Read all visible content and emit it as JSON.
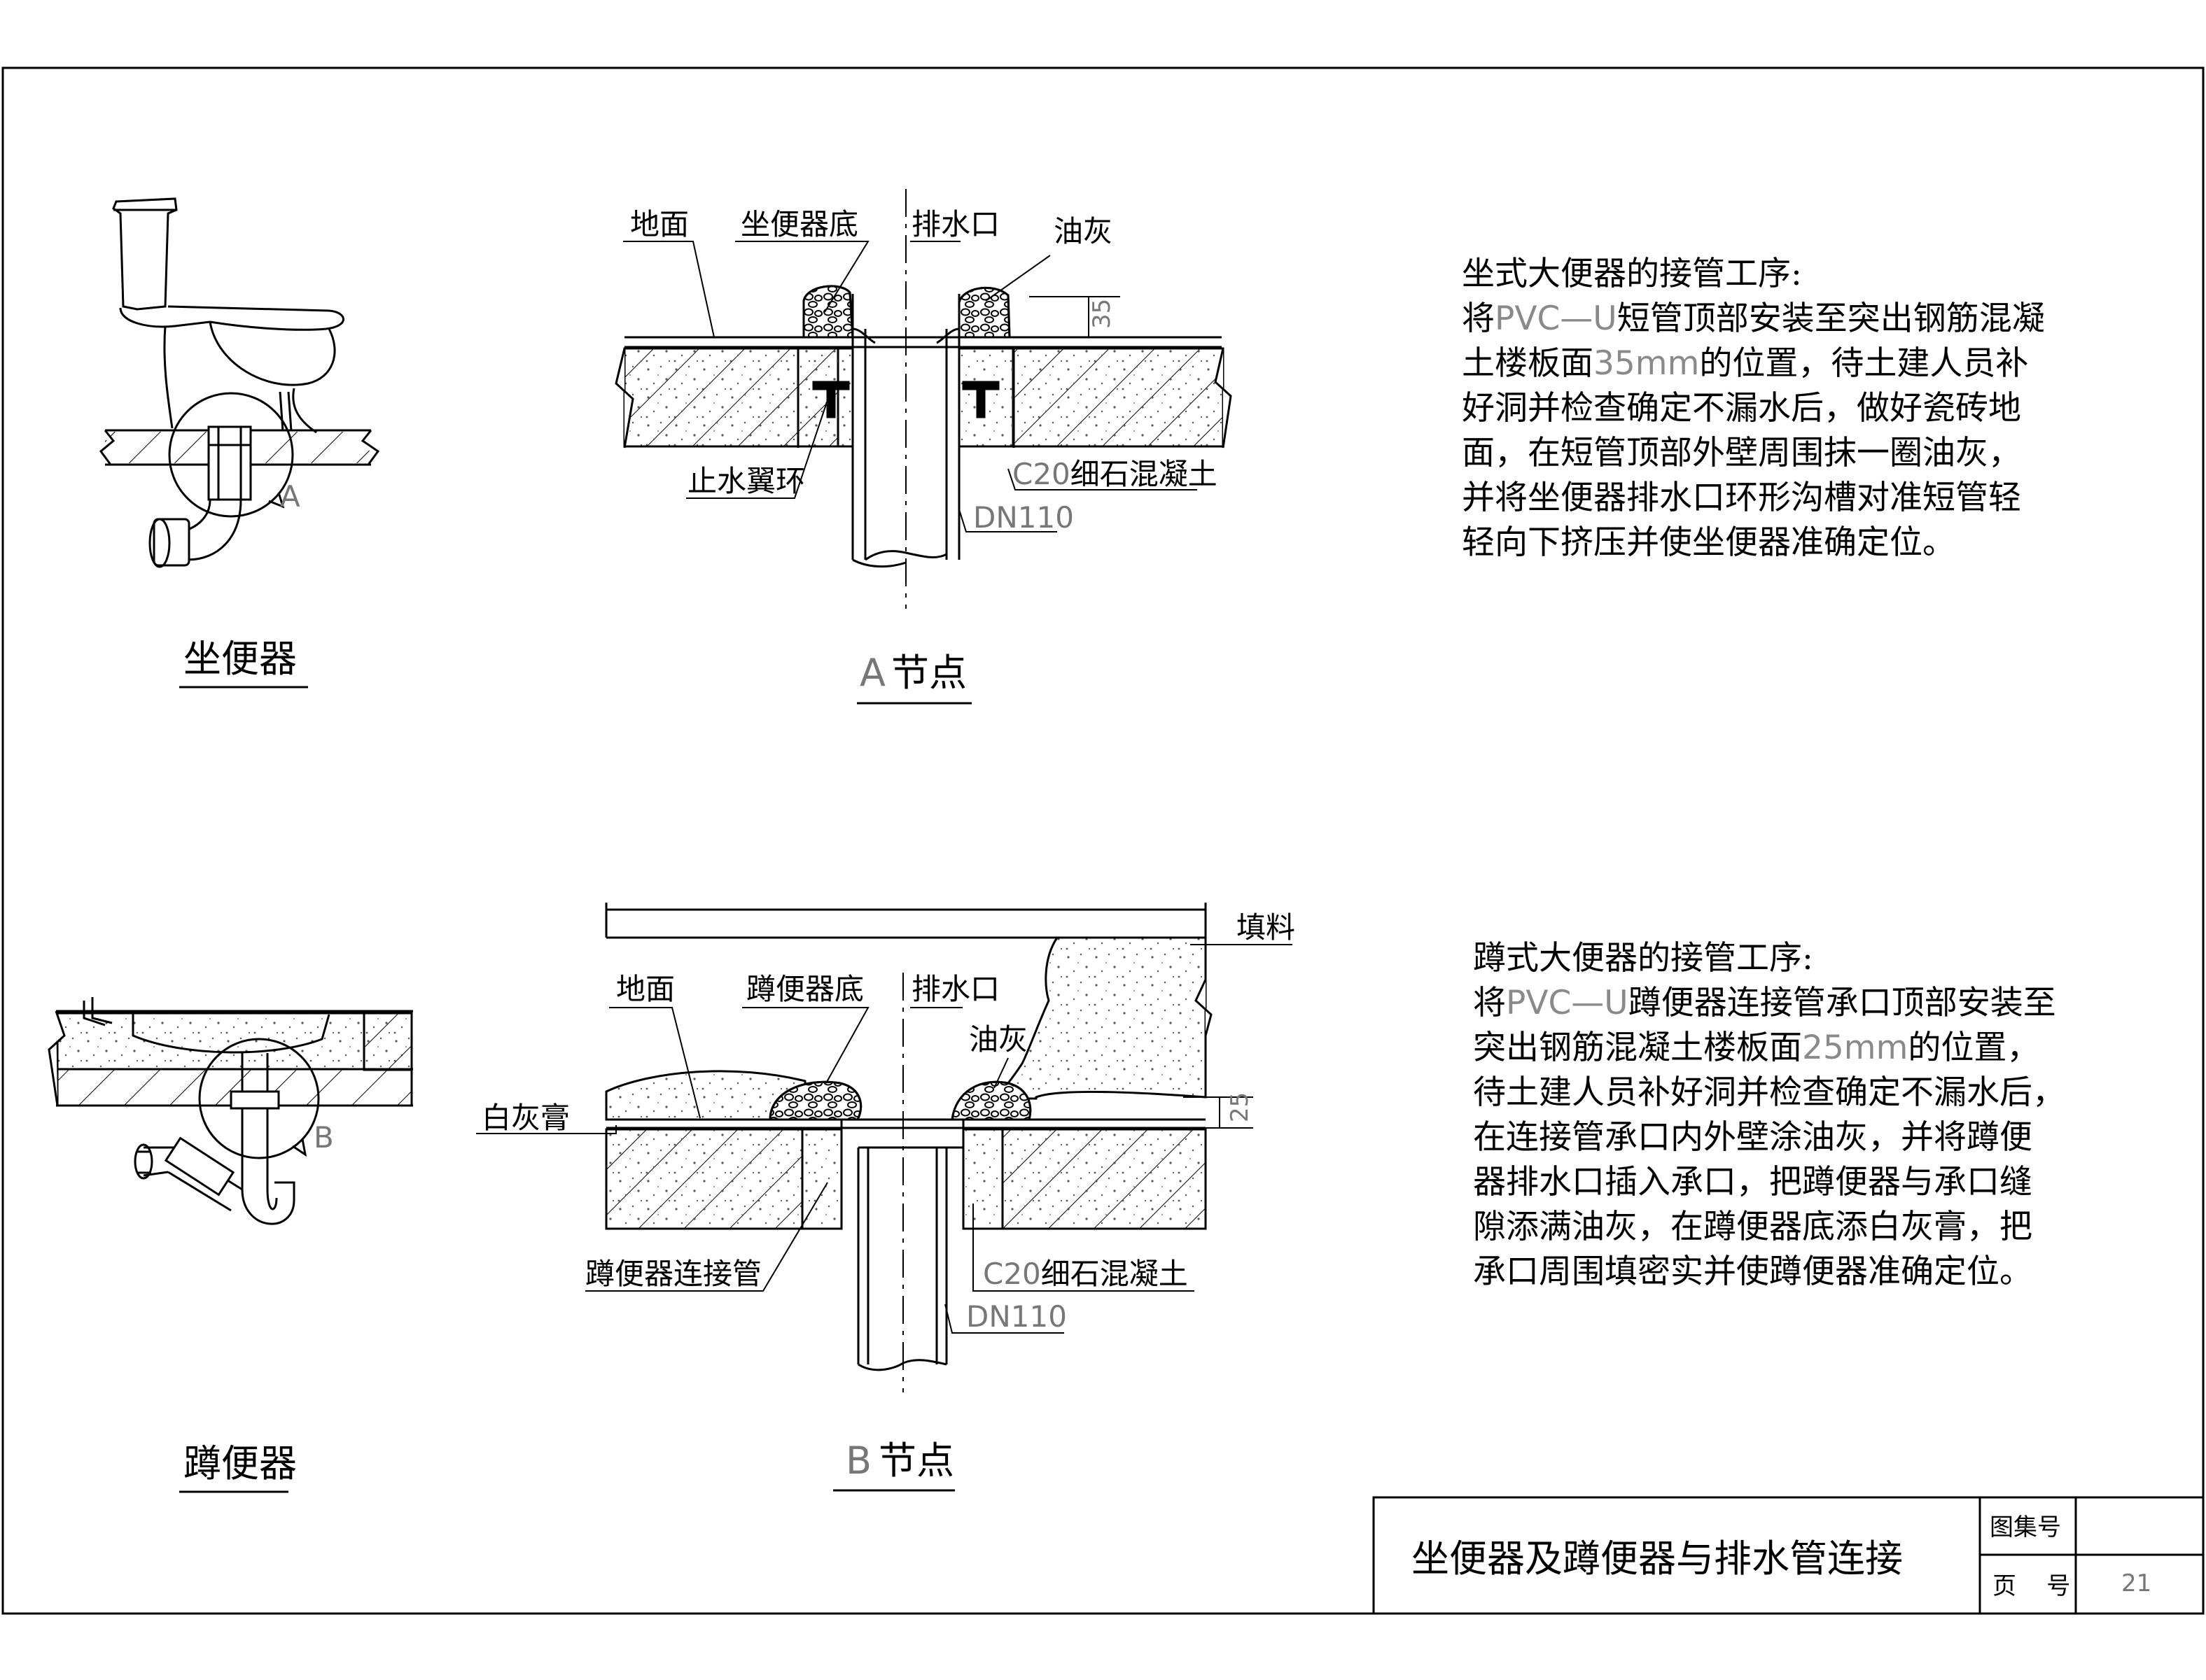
{
  "toilet": {
    "caption": "坐便器",
    "marker": "A"
  },
  "squat": {
    "caption": "蹲便器",
    "marker": "B"
  },
  "detail_a": {
    "title_letter": "A",
    "title_rest": "节点",
    "labels": {
      "ground": "地面",
      "toilet_base": "坐便器底",
      "outlet": "排水口",
      "putty": "油灰",
      "dim": "35",
      "water_ring": "止水翼环",
      "concrete_code": "C20",
      "concrete_rest": "细石混凝土",
      "pipe": "DN110"
    }
  },
  "detail_b": {
    "title_letter": "B",
    "title_rest": "节点",
    "labels": {
      "filler": "填料",
      "ground": "地面",
      "squat_base": "蹲便器底",
      "outlet": "排水口",
      "putty": "油灰",
      "lime": "白灰膏",
      "dim": "25",
      "connector": "蹲便器连接管",
      "concrete_code": "C20",
      "concrete_rest": "细石混凝土",
      "pipe": "DN110"
    }
  },
  "procedure_a": {
    "heading": "坐式大便器的接管工序:",
    "l1_a": "将",
    "l1_g": "PVC—U",
    "l1_b": "短管顶部安装至突出钢筋混凝",
    "l2_a": "土楼板面",
    "l2_g": "35mm",
    "l2_b": "的位置，待土建人员补",
    "l3": "好洞并检查确定不漏水后，做好瓷砖地",
    "l4": "面，在短管顶部外壁周围抹一圈油灰，",
    "l5": "并将坐便器排水口环形沟槽对准短管轻",
    "l6": "轻向下挤压并使坐便器准确定位。"
  },
  "procedure_b": {
    "heading": "蹲式大便器的接管工序:",
    "l1_a": "将",
    "l1_g": "PVC—U",
    "l1_b": "蹲便器连接管承口顶部安装至",
    "l2_a": "突出钢筋混凝土楼板面",
    "l2_g": "25mm",
    "l2_b": "的位置，",
    "l3": "待土建人员补好洞并检查确定不漏水后，",
    "l4": "在连接管承口内外壁涂油灰，并将蹲便",
    "l5": "器排水口插入承口，把蹲便器与承口缝",
    "l6": "隙添满油灰，在蹲便器底添白灰膏，把",
    "l7": "承口周围填密实并使蹲便器准确定位。"
  },
  "title_block": {
    "title": "坐便器及蹲便器与排水管连接",
    "atlas_label": "图集号",
    "atlas_value": "",
    "page_label": "页    号",
    "page_value": "21"
  }
}
